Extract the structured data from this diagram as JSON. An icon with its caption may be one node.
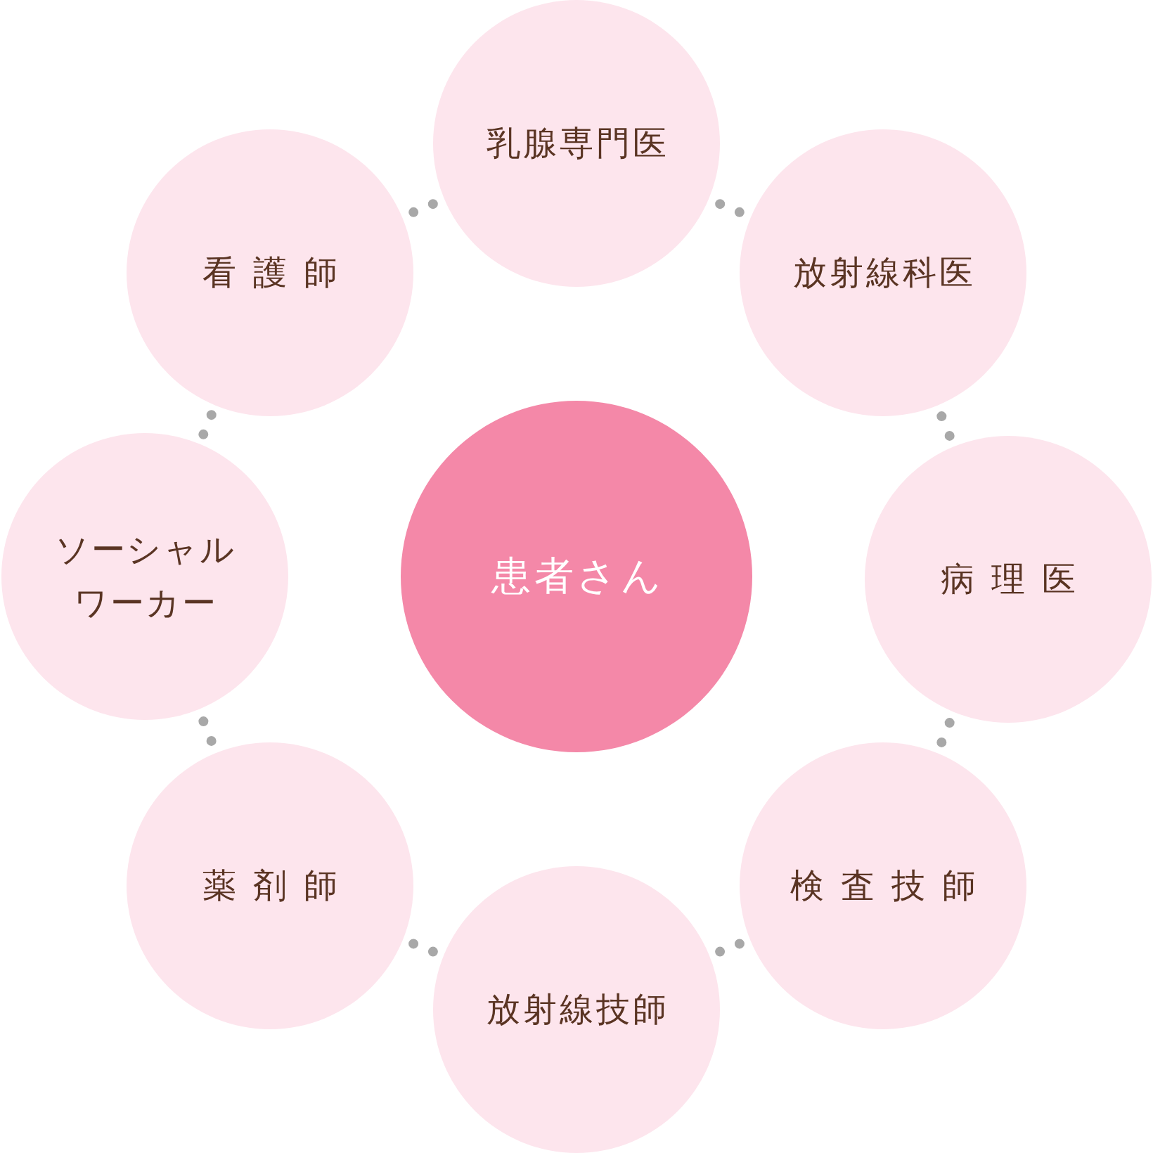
{
  "diagram": {
    "nodes": [
      {
        "text": [
          "患者さん"
        ]
      },
      {
        "text": [
          "乳腺専門医"
        ]
      },
      {
        "text": [
          "放射線科医"
        ]
      },
      {
        "text": [
          "病理医"
        ]
      },
      {
        "text": [
          "検査技師"
        ]
      },
      {
        "text": [
          "放射線技師"
        ]
      },
      {
        "text": [
          "薬剤師"
        ]
      },
      {
        "text": [
          "ソーシャルワーカー"
        ]
      },
      {
        "text": [
          "看護師"
        ]
      }
    ],
    "edges": [
      {
        "from": 1,
        "to": 2,
        "arrow": "none",
        "style": "dashed"
      },
      {
        "from": 2,
        "to": 3,
        "arrow": "none",
        "style": "dashed"
      },
      {
        "from": 3,
        "to": 4,
        "arrow": "none",
        "style": "dashed"
      },
      {
        "from": 4,
        "to": 5,
        "arrow": "none",
        "style": "dashed"
      },
      {
        "from": 5,
        "to": 6,
        "arrow": "none",
        "style": "dashed"
      },
      {
        "from": 6,
        "to": 7,
        "arrow": "none",
        "style": "dashed"
      },
      {
        "from": 7,
        "to": 8,
        "arrow": "none",
        "style": "dashed"
      },
      {
        "from": 8,
        "to": 1,
        "arrow": "none",
        "style": "dashed"
      }
    ]
  }
}
